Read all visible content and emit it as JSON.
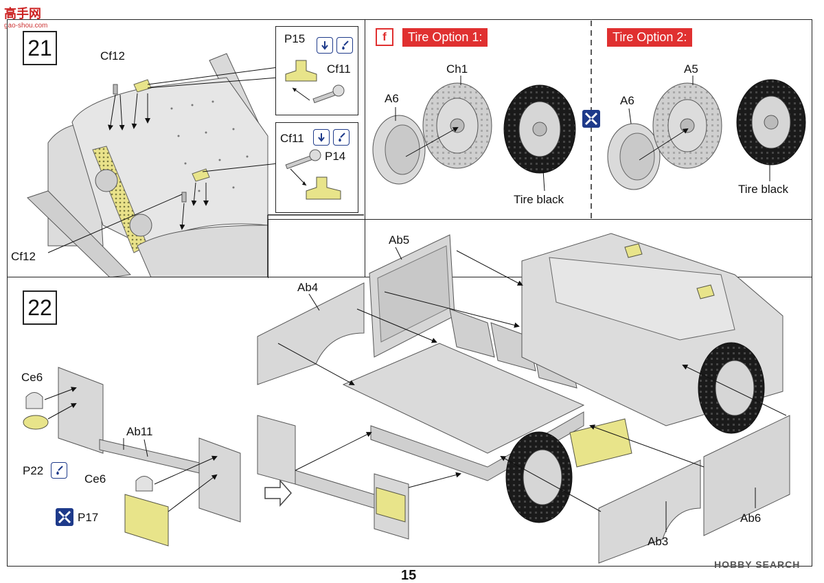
{
  "watermark": {
    "logo": "高手网",
    "site": "gao-shou.com"
  },
  "step21": {
    "number": "21",
    "labels": {
      "cf12_top": "Cf12",
      "cf12_bottom": "Cf12"
    },
    "callout_upper": {
      "part": "P15",
      "bracket": "Cf11"
    },
    "callout_lower": {
      "rod": "Cf11",
      "part": "P14"
    }
  },
  "tire_panel": {
    "f_mark": "f",
    "option1": {
      "title": "Tire Option 1:",
      "rim": "A6",
      "wheel": "Ch1",
      "tire_label": "Tire black"
    },
    "option2": {
      "title": "Tire Option 2:",
      "rim": "A6",
      "wheel": "A5",
      "tire_label": "Tire black"
    }
  },
  "step22": {
    "number": "22",
    "labels": {
      "ce6_top": "Ce6",
      "p22": "P22",
      "ab11": "Ab11",
      "ce6_mid": "Ce6",
      "p17": "P17",
      "ab5": "Ab5",
      "ab4": "Ab4",
      "ab3": "Ab3",
      "ab6": "Ab6"
    }
  },
  "page_number": "15",
  "footer_brand": "HOBBY SEARCH",
  "colors": {
    "accent_red": "#e03030",
    "icon_blue": "#1e3a8a",
    "part_yellow": "#e8e48a",
    "part_grey": "#d8d8d8"
  },
  "icons": [
    "fold-down-icon",
    "glue-icon",
    "option-choice-icon",
    "arrow-right-outline-icon"
  ]
}
